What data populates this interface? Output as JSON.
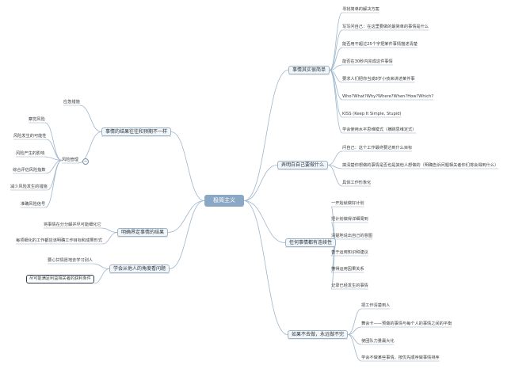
{
  "root": "极简主义",
  "right": [
    {
      "title": "事情其实很简单",
      "items": [
        "寻找简单的解决方案",
        "写写问自己：在这里要做的最简单的事情是什么",
        "能否用不超过25个字把某件事情描述清楚",
        "能否在30秒内完成这件事情",
        "要求人们把你当成8岁小孩来讲述某件事",
        "Who?What?Why?Where?When?How?Which?",
        "KISS (Keep It Simple, Stupid)",
        "学会使用水平思维模式（横跳思维定式）"
      ]
    },
    {
      "title": "弄明白自己要做什么",
      "items": [
        "问自己：这个工作最终要达到什么目标",
        "搞清楚你想做的事情是否也是其他人想做的（明确告诉问题相关者你们将会得到什么）",
        "具体工作形象化"
      ]
    },
    {
      "title": "任何事情都有连续性",
      "items": [
        "一开始就做好计划",
        "把计划做得详细周到",
        "清楚地说出自己的意图",
        "善于运用知识和建议",
        "懂得运用因果关系",
        "记录已经发生的事情"
      ]
    },
    {
      "title": "如果不去做，永远做不完",
      "items": [
        "把工作清楚到人",
        "舞会卡——预做的事情与每个人的事情之间的平衡",
        "使团队力量最大化",
        "学会不做某些事情，按优先顺序做事情排序"
      ]
    }
  ],
  "left": [
    {
      "title": "事情的结果往往和预期不一样",
      "items": [
        {
          "label": "应急措施"
        },
        {
          "label": "风险管理",
          "children": [
            "察觉风险",
            "风险发生的可能性",
            "风险产生的影响",
            "综合评估风险指数",
            "减少风险发生的措施",
            "准确风险信号"
          ]
        }
      ]
    },
    {
      "title": "明确界定事情的结果",
      "items": [
        {
          "label": "将事情在分分解并尽可能细化它"
        },
        {
          "label": "每项细化的工作都应该明确工作目标和成果形式"
        }
      ]
    },
    {
      "title": "学会从他人的角度看问题",
      "items": [
        {
          "label": "要心甘情愿地去学习别人"
        },
        {
          "label": "尽可能满足利益相关者的获利条件",
          "selected": true
        }
      ]
    }
  ]
}
